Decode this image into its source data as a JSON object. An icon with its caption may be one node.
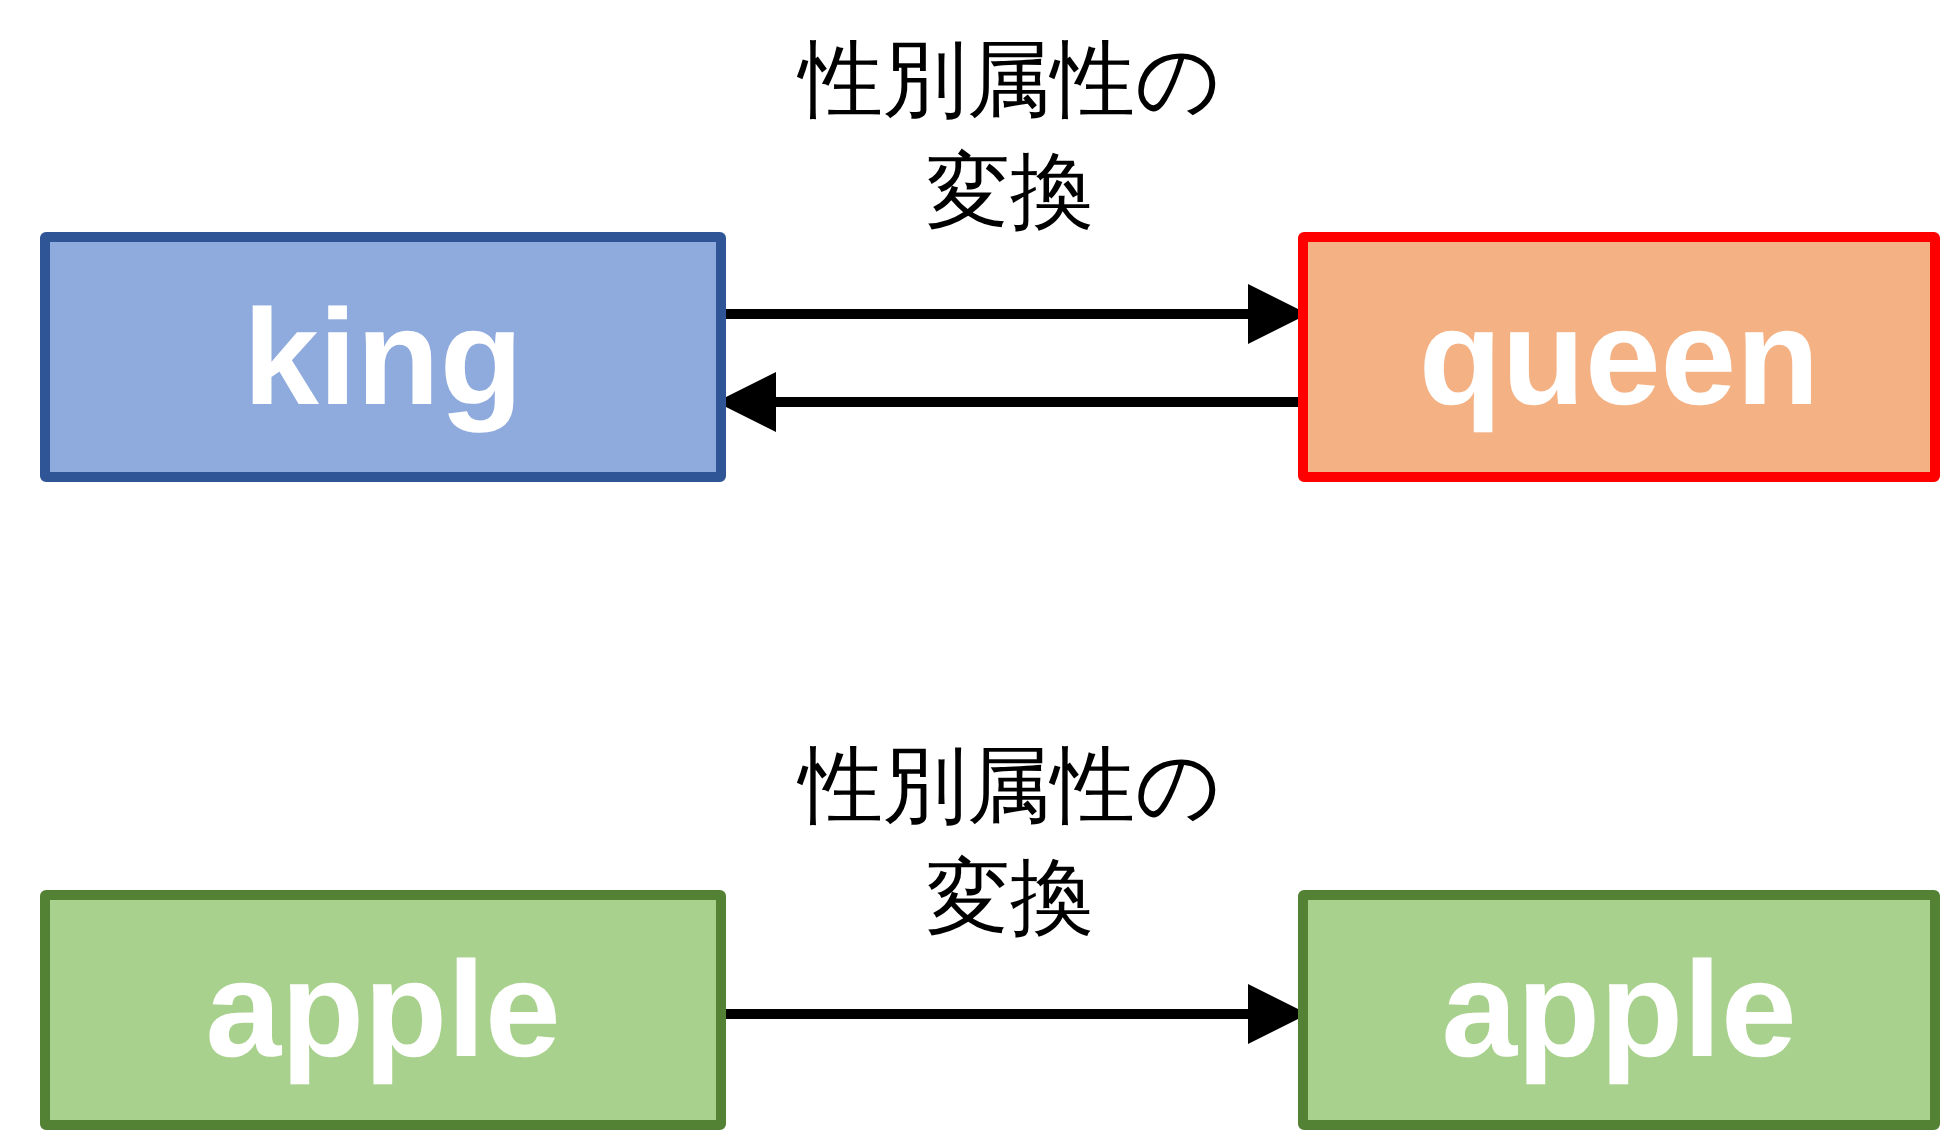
{
  "diagram": {
    "nodes": [
      {
        "text": [
          "king"
        ]
      },
      {
        "text": [
          "queen"
        ]
      },
      {
        "text": [
          "apple"
        ]
      },
      {
        "text": [
          "apple"
        ]
      }
    ],
    "edges": [
      {
        "from": 0,
        "to": 1,
        "arrow": "to",
        "label": "性別属性の変換"
      },
      {
        "from": 1,
        "to": 0,
        "arrow": "to"
      },
      {
        "from": 2,
        "to": 3,
        "arrow": "to",
        "label": "性別属性の変換"
      }
    ]
  }
}
